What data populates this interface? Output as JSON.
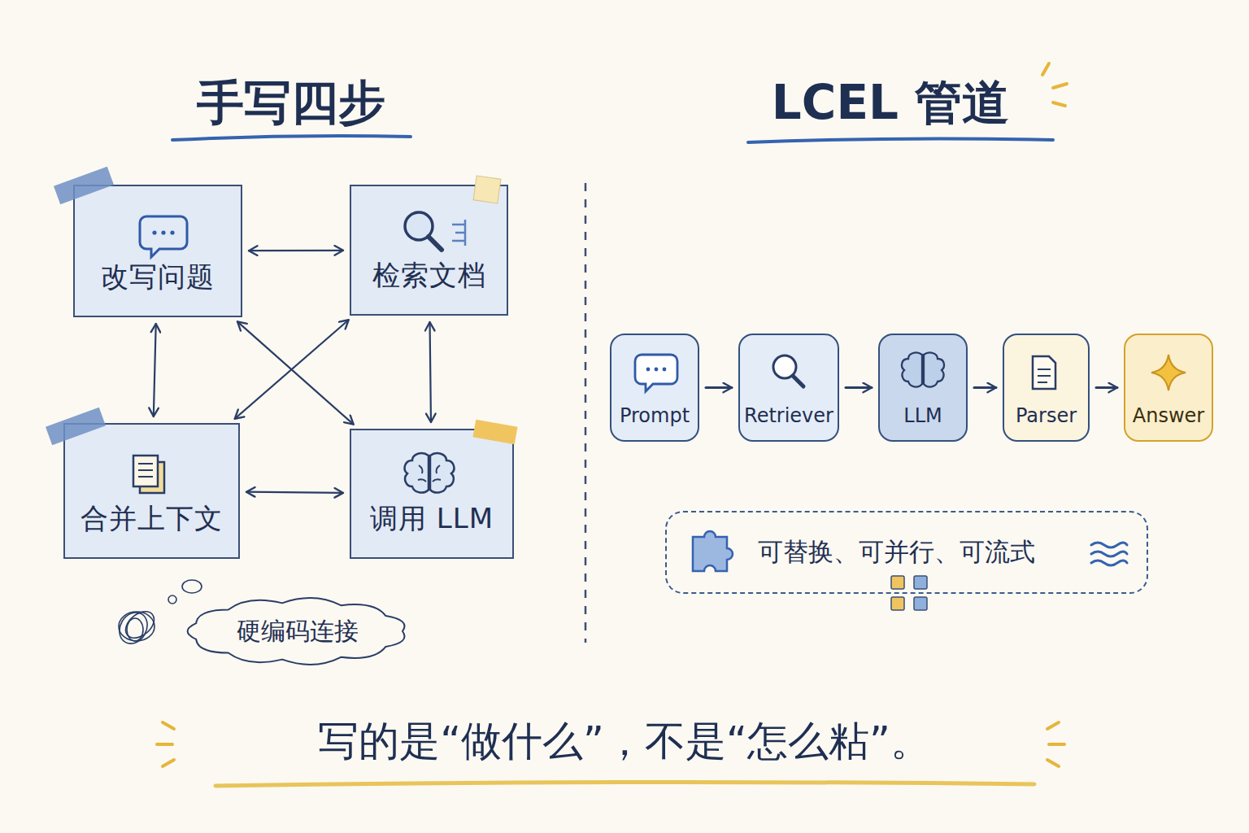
{
  "diagram": {
    "caption": "写的是“做什么”，不是“怎么粘”。",
    "nodes": [
      {
        "text": [
          "改写问题"
        ]
      },
      {
        "text": [
          "检索文档"
        ]
      },
      {
        "text": [
          "合并上下文"
        ]
      },
      {
        "text": [
          "调用 LLM"
        ]
      },
      {
        "text": [
          "硬编码连接"
        ]
      },
      {
        "text": [
          "Prompt"
        ]
      },
      {
        "text": [
          "Retriever"
        ]
      },
      {
        "text": [
          "LLM"
        ]
      },
      {
        "text": [
          "Parser"
        ]
      },
      {
        "text": [
          "Answer"
        ]
      },
      {
        "text": [
          "可替换、可并行、可流式"
        ]
      }
    ],
    "edges": [
      {
        "from": 0,
        "to": 1,
        "arrow": "both"
      },
      {
        "from": 0,
        "to": 2,
        "arrow": "both"
      },
      {
        "from": 0,
        "to": 3,
        "arrow": "both"
      },
      {
        "from": 1,
        "to": 2,
        "arrow": "both"
      },
      {
        "from": 1,
        "to": 3,
        "arrow": "both"
      },
      {
        "from": 2,
        "to": 3,
        "arrow": "both"
      },
      {
        "from": 5,
        "to": 6,
        "arrow": "to"
      },
      {
        "from": 6,
        "to": 7,
        "arrow": "to"
      },
      {
        "from": 7,
        "to": 8,
        "arrow": "to"
      },
      {
        "from": 8,
        "to": 9,
        "arrow": "to"
      }
    ],
    "labels": [
      "手写四步",
      "LCEL 管道"
    ]
  }
}
